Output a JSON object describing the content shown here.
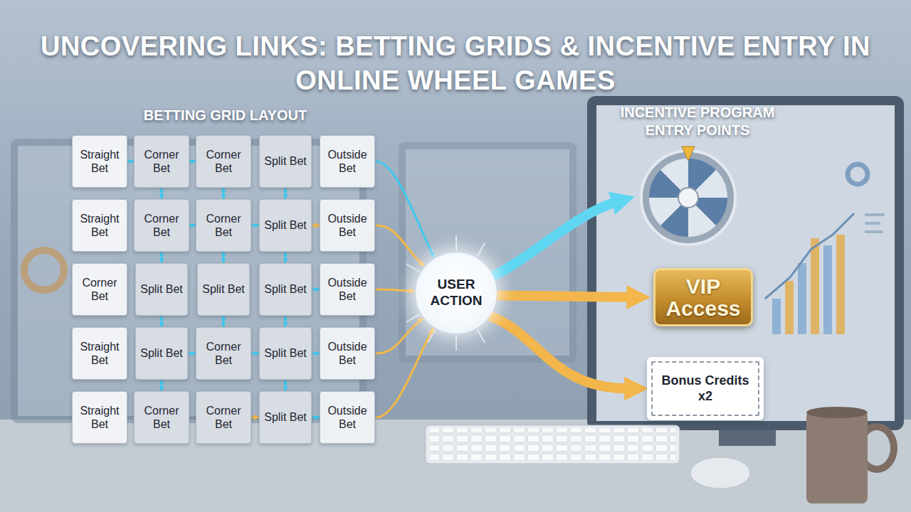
{
  "diagram": {
    "title": "UNCOVERING LINKS: BETTING GRIDS & INCENTIVE ENTRY IN ONLINE WHEEL GAMES",
    "nodes": [
      {
        "text": [
          "Straight Bet"
        ]
      },
      {
        "text": [
          "Corner Bet"
        ]
      },
      {
        "text": [
          "Corner Bet"
        ]
      },
      {
        "text": [
          "Split Bet"
        ]
      },
      {
        "text": [
          "Outside Bet"
        ]
      },
      {
        "text": [
          "Straight Bet"
        ]
      },
      {
        "text": [
          "Corner Bet"
        ]
      },
      {
        "text": [
          "Corner Bet"
        ]
      },
      {
        "text": [
          "Split Bet"
        ]
      },
      {
        "text": [
          "Outside Bet"
        ]
      },
      {
        "text": [
          "Corner Bet"
        ]
      },
      {
        "text": [
          "Split Bet"
        ]
      },
      {
        "text": [
          "Split Bet"
        ]
      },
      {
        "text": [
          "Split Bet"
        ]
      },
      {
        "text": [
          "Outside Bet"
        ]
      },
      {
        "text": [
          "Straight Bet"
        ]
      },
      {
        "text": [
          "Split Bet"
        ]
      },
      {
        "text": [
          "Corner Bet"
        ]
      },
      {
        "text": [
          "Split Bet"
        ]
      },
      {
        "text": [
          "Outside Bet"
        ]
      },
      {
        "text": [
          "Straight Bet"
        ]
      },
      {
        "text": [
          "Corner Bet"
        ]
      },
      {
        "text": [
          "Corner Bet"
        ]
      },
      {
        "text": [
          "Split Bet"
        ]
      },
      {
        "text": [
          "Outside Bet"
        ]
      },
      {
        "text": [
          "USER ACTION"
        ]
      },
      {
        "text": [
          "VIP Access"
        ]
      },
      {
        "text": [
          "Bonus Credits x2"
        ]
      }
    ],
    "edges": [
      {
        "from": 0,
        "to": 1,
        "arrow": "to"
      },
      {
        "from": 1,
        "to": 2,
        "arrow": "to"
      },
      {
        "from": 6,
        "to": 7,
        "arrow": "to"
      },
      {
        "from": 7,
        "to": 8,
        "arrow": "to"
      },
      {
        "from": 8,
        "to": 9,
        "arrow": "to"
      },
      {
        "from": 13,
        "to": 14,
        "arrow": "to"
      },
      {
        "from": 16,
        "to": 17,
        "arrow": "to"
      },
      {
        "from": 17,
        "to": 18,
        "arrow": "to"
      },
      {
        "from": 18,
        "to": 19,
        "arrow": "to"
      },
      {
        "from": 22,
        "to": 23,
        "arrow": "to"
      },
      {
        "from": 23,
        "to": 24,
        "arrow": "to"
      },
      {
        "from": 1,
        "to": 6,
        "arrow": "both"
      },
      {
        "from": 6,
        "to": 11,
        "arrow": "both"
      },
      {
        "from": 11,
        "to": 16,
        "arrow": "both"
      },
      {
        "from": 16,
        "to": 21,
        "arrow": "both"
      },
      {
        "from": 2,
        "to": 7,
        "arrow": "both"
      },
      {
        "from": 7,
        "to": 12,
        "arrow": "both"
      },
      {
        "from": 12,
        "to": 17,
        "arrow": "both"
      },
      {
        "from": 3,
        "to": 8,
        "arrow": "both"
      },
      {
        "from": 8,
        "to": 13,
        "arrow": "both"
      },
      {
        "from": 13,
        "to": 18,
        "arrow": "both"
      },
      {
        "from": 18,
        "to": 23,
        "arrow": "both"
      },
      {
        "from": 4,
        "to": 25,
        "arrow": "to"
      },
      {
        "from": 9,
        "to": 25,
        "arrow": "to"
      },
      {
        "from": 14,
        "to": 25,
        "arrow": "to"
      },
      {
        "from": 19,
        "to": 25,
        "arrow": "to"
      },
      {
        "from": 24,
        "to": 25,
        "arrow": "to"
      },
      {
        "from": 25,
        "to": 26,
        "arrow": "to"
      },
      {
        "from": 25,
        "to": 27,
        "arrow": "to"
      }
    ],
    "labels": [
      "BETTING GRID LAYOUT",
      "INCENTIVE PROGRAM ENTRY POINTS"
    ]
  }
}
